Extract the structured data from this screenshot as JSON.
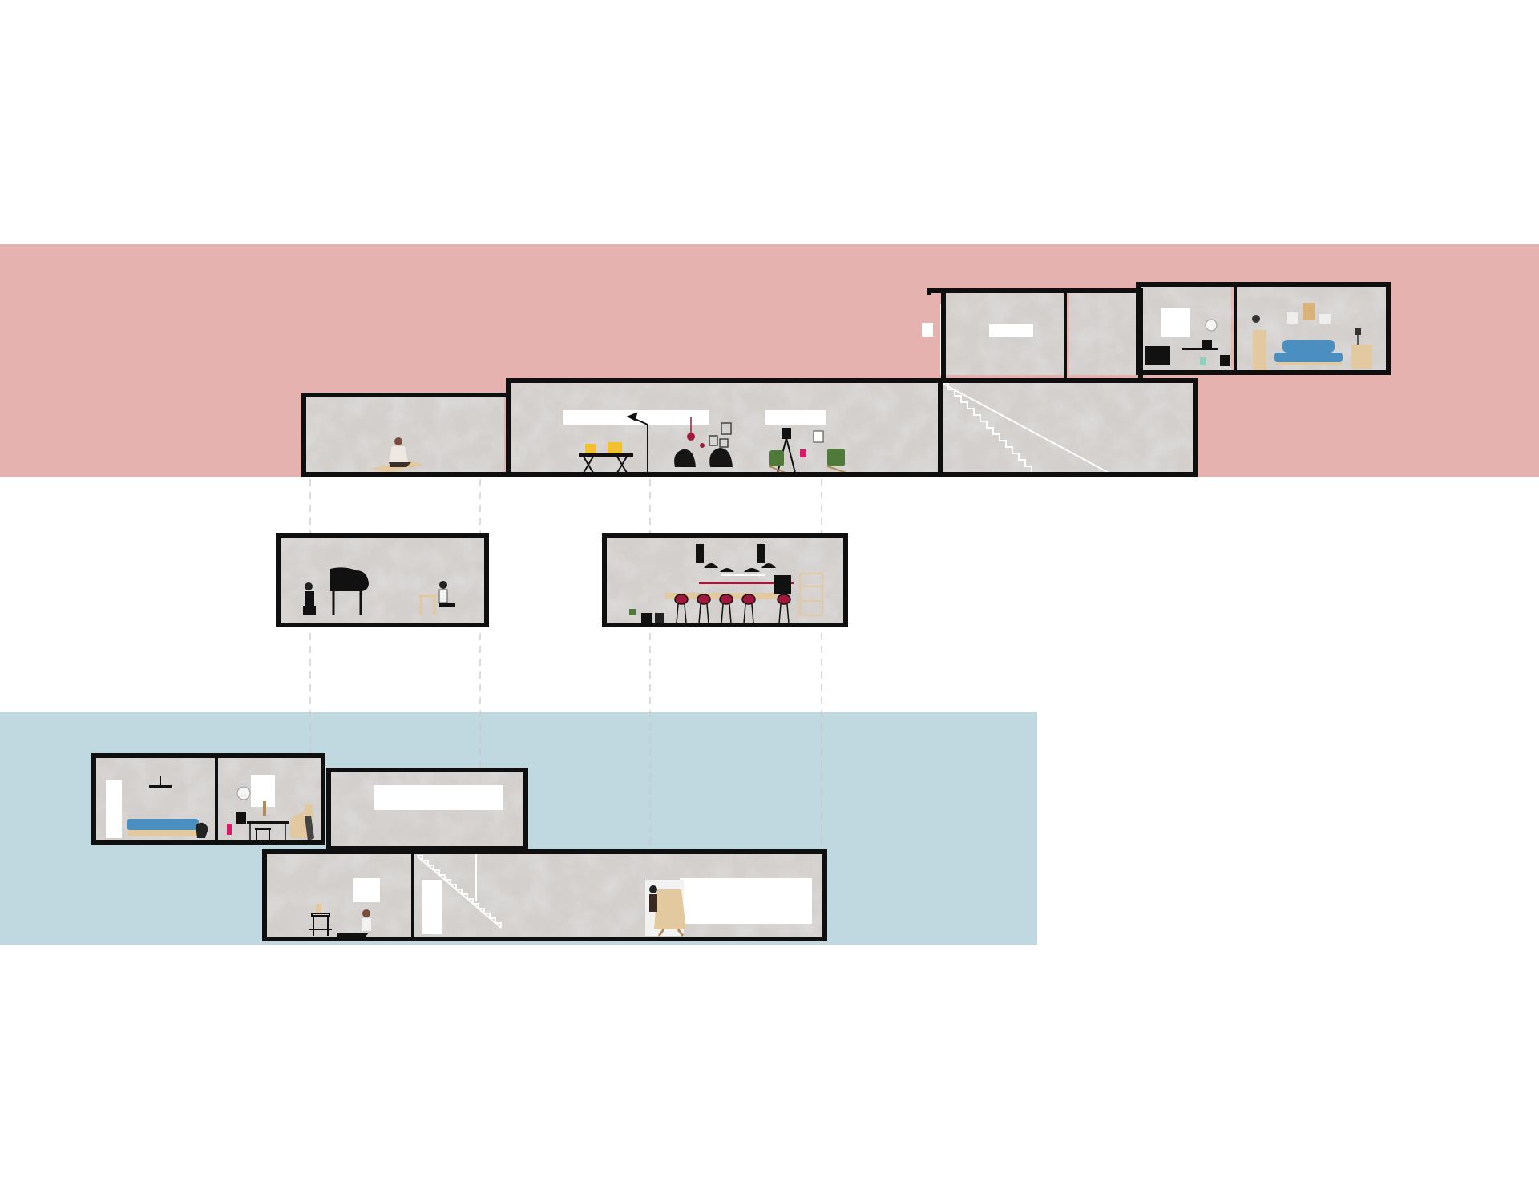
{
  "colors": {
    "background": "#ffffff",
    "upper_band": "#e5b2af",
    "lower_band": "#c0d8df",
    "room_fill": "#d2cfcd",
    "wall": "#0f0f0f",
    "window": "#ffffff",
    "guide_line": "#c8c8c8",
    "accent_red": "#a3173a",
    "accent_yellow": "#f2c12e",
    "accent_green": "#4f7a3a",
    "accent_blue": "#4a8fc0",
    "wood": "#e2c9a0"
  },
  "bands": [
    {
      "name": "upper-level-band",
      "color": "#e5b2af"
    },
    {
      "name": "lower-level-band",
      "color": "#c0d8df"
    }
  ],
  "rooms": [
    {
      "name": "upper-left-room",
      "icons": [
        "sitting-person-icon",
        "floor-mat-icon"
      ]
    },
    {
      "name": "upper-living-room",
      "icons": [
        "desk-icon",
        "floor-lamp-icon",
        "lounge-chair-icon",
        "armchair-icon",
        "tripod-lamp-icon",
        "wall-frames-icon"
      ]
    },
    {
      "name": "upper-stair-room",
      "icons": [
        "staircase-icon"
      ]
    },
    {
      "name": "top-room-a",
      "icons": [
        "window-icon"
      ]
    },
    {
      "name": "top-room-b",
      "icons": [
        "window-icon"
      ]
    },
    {
      "name": "top-office-room",
      "icons": [
        "tv-icon",
        "desk-icon",
        "office-chair-icon",
        "wall-clock-icon"
      ]
    },
    {
      "name": "top-bedroom",
      "icons": [
        "bed-icon",
        "dresser-icon",
        "table-lamp-icon",
        "wardrobe-icon"
      ]
    },
    {
      "name": "middle-piano-room",
      "icons": [
        "grand-piano-icon",
        "pianist-icon",
        "reading-person-icon",
        "side-table-icon"
      ]
    },
    {
      "name": "middle-kitchen-room",
      "icons": [
        "pendant-lamp-icon",
        "bar-stool-icon",
        "kitchen-counter-icon",
        "shelf-icon"
      ]
    },
    {
      "name": "lower-bedroom",
      "icons": [
        "bed-icon",
        "wardrobe-icon",
        "ceiling-fan-icon"
      ]
    },
    {
      "name": "lower-study-room",
      "icons": [
        "desk-icon",
        "office-chair-icon",
        "wall-clock-icon",
        "stool-icon"
      ]
    },
    {
      "name": "lower-window-room",
      "icons": [
        "window-icon"
      ]
    },
    {
      "name": "lower-lounge-room",
      "icons": [
        "sitting-person-icon",
        "side-table-icon"
      ]
    },
    {
      "name": "lower-studio-room",
      "icons": [
        "staircase-icon",
        "easel-icon",
        "painter-icon",
        "window-icon"
      ]
    }
  ]
}
